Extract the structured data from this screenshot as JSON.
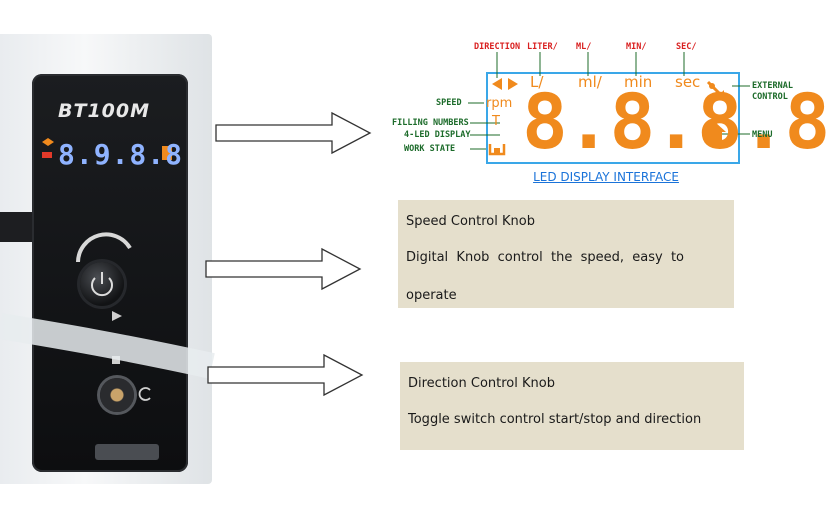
{
  "device": {
    "model": "BT100M",
    "mini_display": "8.9.8.8"
  },
  "lcd": {
    "labels": {
      "direction": "DIRECTION",
      "liter": "LITER/",
      "ml": "ML/",
      "min": "MIN/",
      "sec": "SEC/",
      "external_control_1": "EXTERNAL",
      "external_control_2": "CONTROL",
      "menu": "MENU",
      "speed": "SPEED",
      "filling_numbers": "FILLING NUMBERS",
      "four_led_display": "4-LED DISPLAY",
      "work_state": "WORK STATE"
    },
    "units": {
      "l": "L/",
      "ml": "ml/",
      "min": "min",
      "sec": "sec",
      "rpm": "rpm",
      "t": "T"
    },
    "digits": "8.8.8.8",
    "caption": "LED DISPLAY INTERFACE"
  },
  "speed_box": {
    "title": "Speed Control Knob",
    "line1": "Digital  Knob  control  the  speed,  easy  to",
    "line2": "operate"
  },
  "direction_box": {
    "title": "Direction Control Knob",
    "text": "Toggle switch control start/stop and direction"
  },
  "colors": {
    "lcd_orange": "#f08a1d",
    "label_green": "#1c6b2a",
    "frame_blue": "#3aa7e8",
    "box_bg": "#e5dfcc"
  }
}
